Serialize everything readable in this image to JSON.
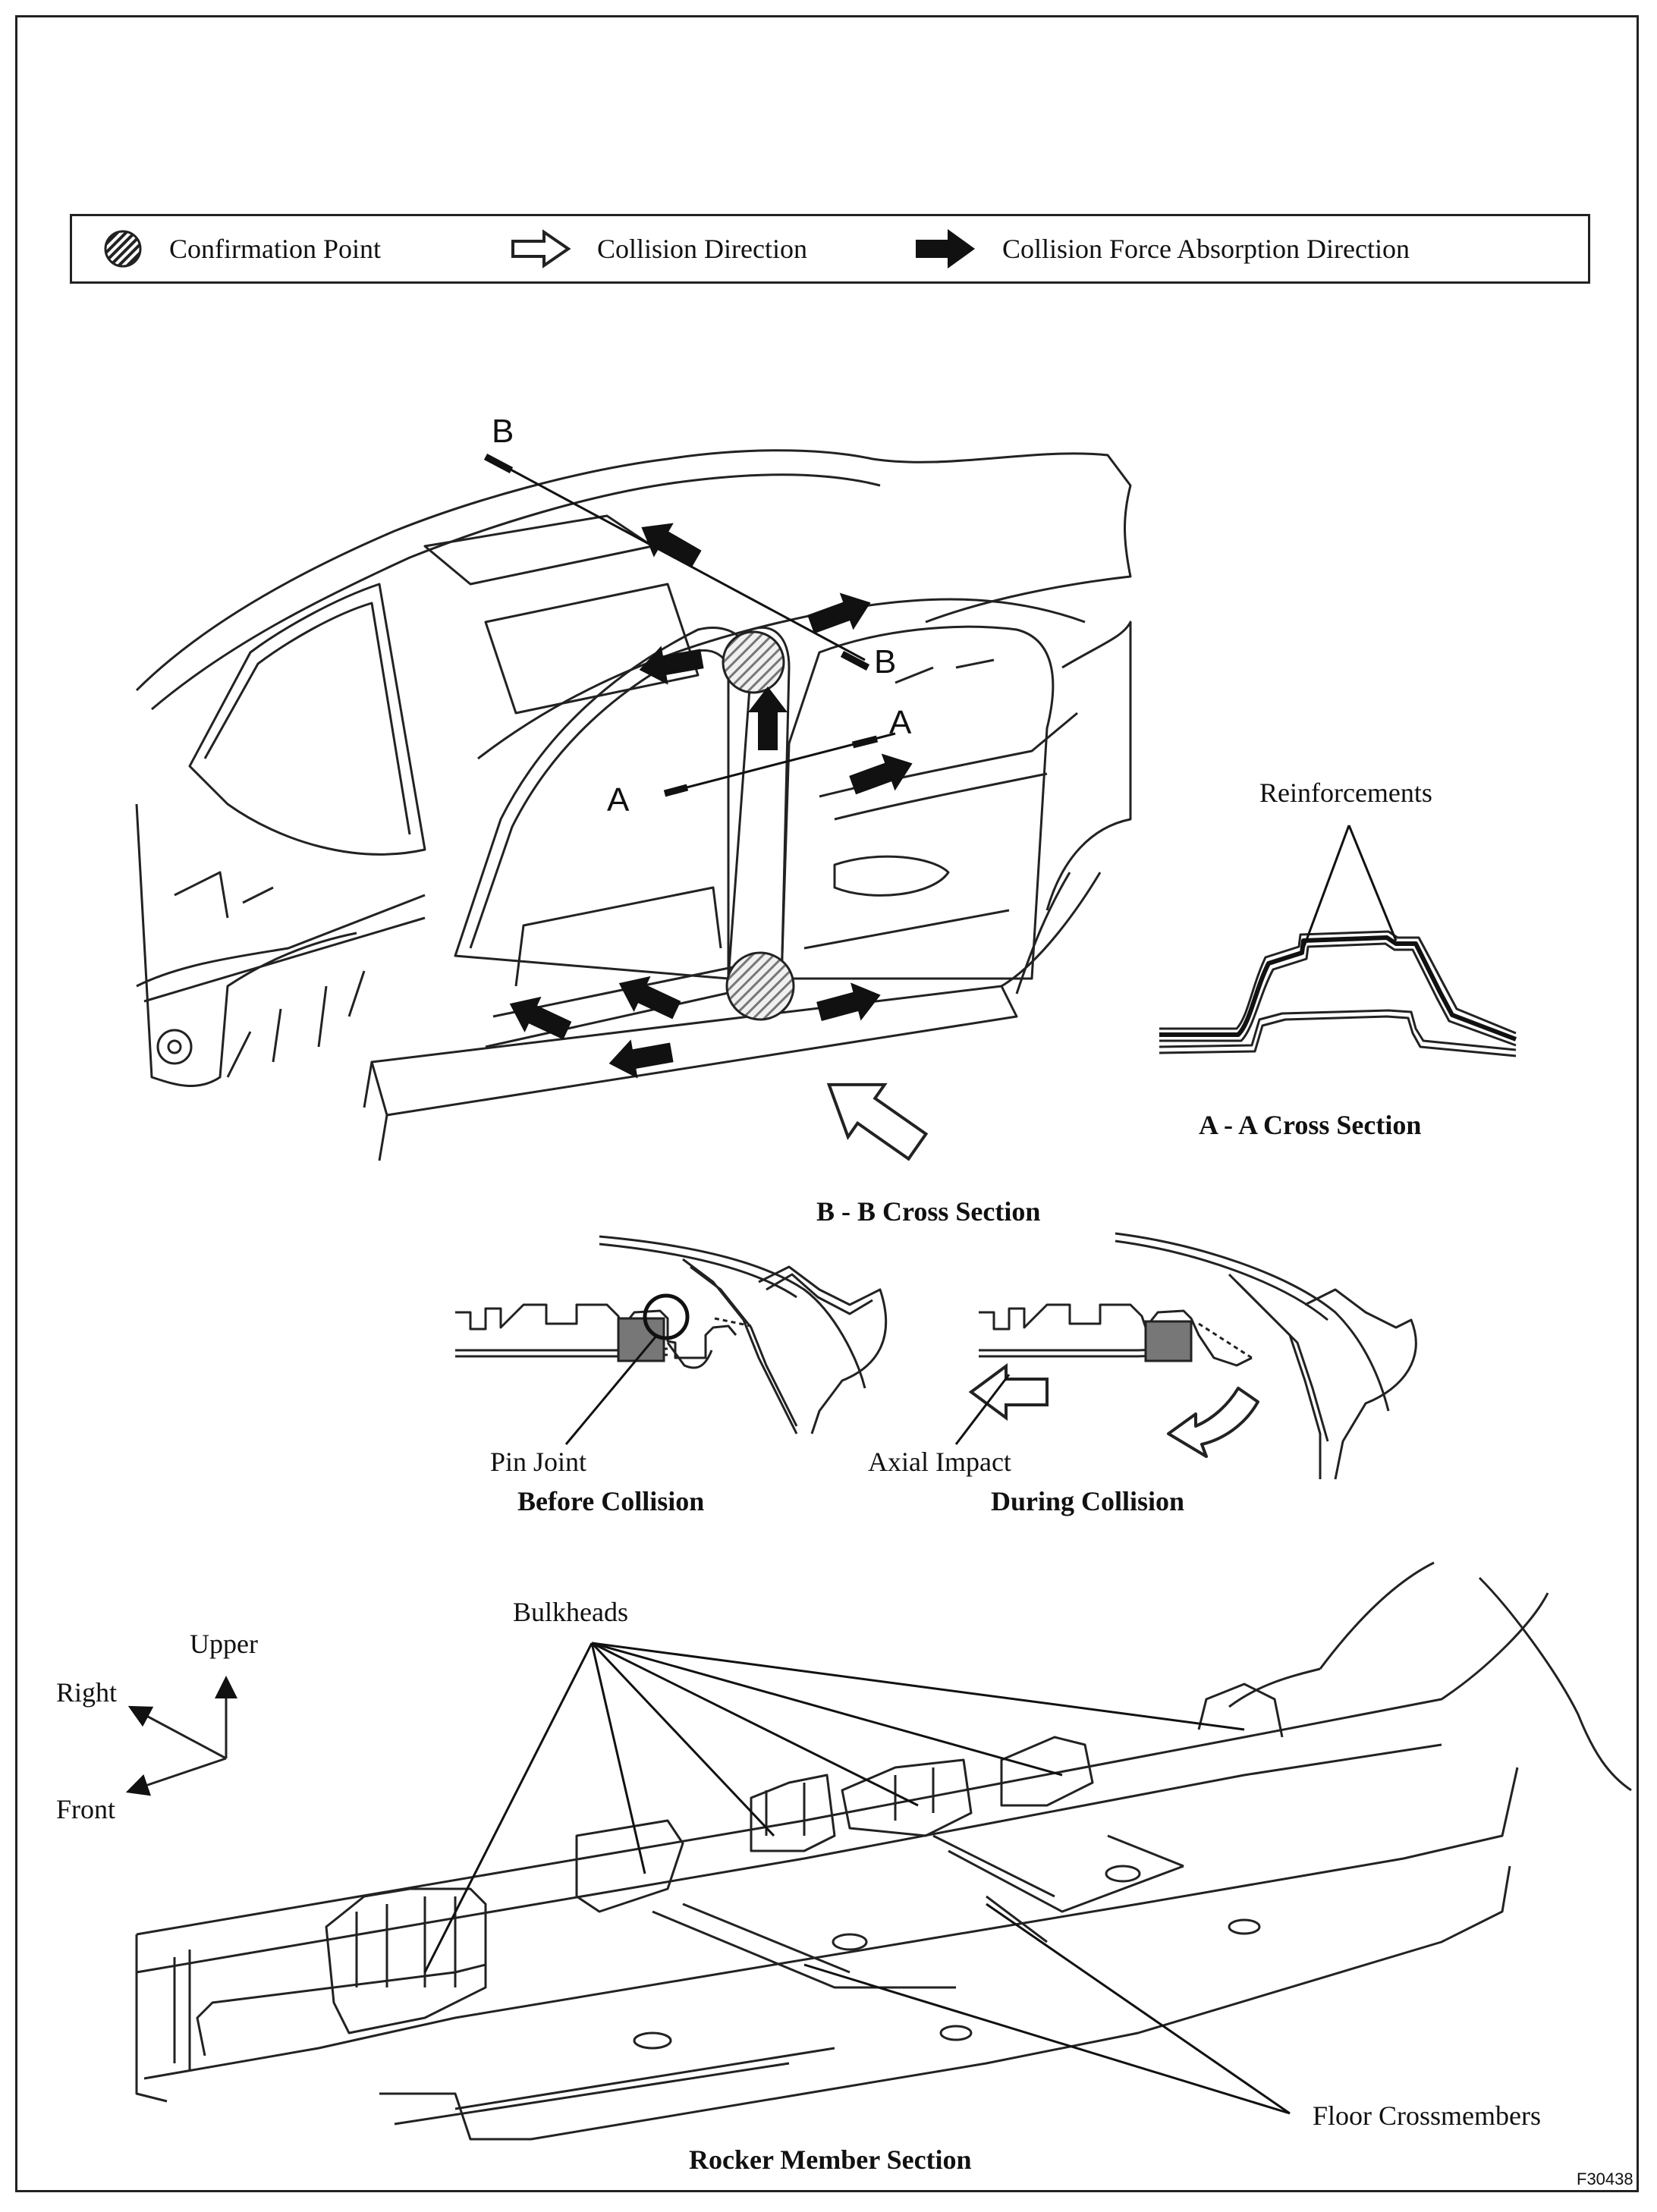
{
  "legend": {
    "confirmation_point": "Confirmation Point",
    "collision_direction": "Collision Direction",
    "absorption_direction": "Collision Force Absorption Direction"
  },
  "main_view": {
    "section_marks": [
      "B",
      "B",
      "A",
      "A"
    ]
  },
  "aa_section": {
    "callout": "Reinforcements",
    "title": "A - A Cross Section"
  },
  "bb_section": {
    "title": "B - B Cross Section",
    "before": {
      "callout": "Pin Joint",
      "title": "Before Collision"
    },
    "during": {
      "callout": "Axial Impact",
      "title": "During Collision"
    }
  },
  "rocker_section": {
    "axes": {
      "upper": "Upper",
      "right": "Right",
      "front": "Front"
    },
    "bulkheads": "Bulkheads",
    "crossmembers": "Floor Crossmembers",
    "title": "Rocker Member Section"
  },
  "figure_id": "F30438"
}
